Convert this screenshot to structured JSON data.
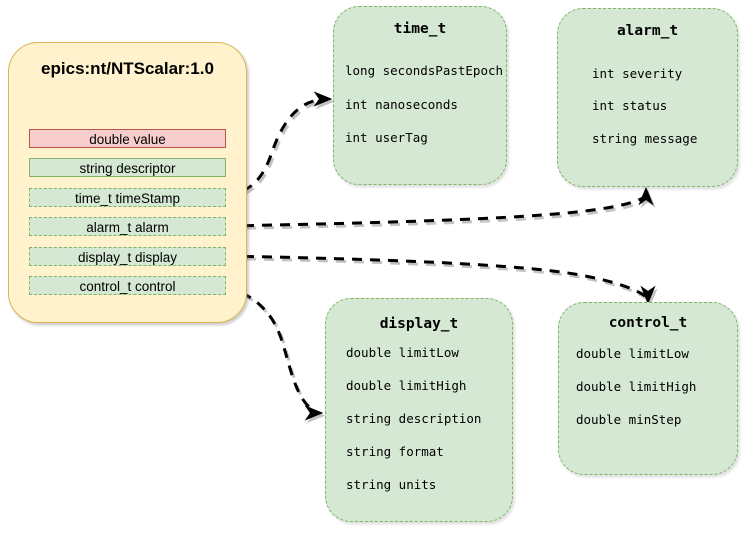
{
  "diagram": {
    "main": {
      "title": "epics:nt/NTScalar:1.0",
      "fields": [
        {
          "label": "double value",
          "style": "solid-red"
        },
        {
          "label": "string descriptor",
          "style": "solid-green"
        },
        {
          "label": "time_t timeStamp",
          "style": "dashed-green"
        },
        {
          "label": "alarm_t alarm",
          "style": "dashed-green"
        },
        {
          "label": "display_t display",
          "style": "dashed-green"
        },
        {
          "label": "control_t control",
          "style": "dashed-green"
        }
      ]
    },
    "types": [
      {
        "title": "time_t",
        "fields": [
          "long secondsPastEpoch",
          "int nanoseconds",
          "int userTag"
        ]
      },
      {
        "title": "alarm_t",
        "fields": [
          "int severity",
          "int status",
          "string message"
        ]
      },
      {
        "title": "display_t",
        "fields": [
          "double limitLow",
          "double limitHigh",
          "string description",
          "string format",
          "string units"
        ]
      },
      {
        "title": "control_t",
        "fields": [
          "double limitLow",
          "double limitHigh",
          "double minStep"
        ]
      }
    ],
    "arrows": [
      {
        "from": "time_t timeStamp",
        "to": "time_t"
      },
      {
        "from": "alarm_t alarm",
        "to": "alarm_t"
      },
      {
        "from": "display_t display",
        "to": "control_t"
      },
      {
        "from": "control_t control",
        "to": "display_t"
      }
    ],
    "colors": {
      "main_fill": "#fff2cc",
      "main_stroke": "#d6b656",
      "value_fill": "#f8cecc",
      "value_stroke": "#b85450",
      "green_fill": "#d5e8d4",
      "green_stroke": "#82b366",
      "arrow": "#000000"
    }
  }
}
